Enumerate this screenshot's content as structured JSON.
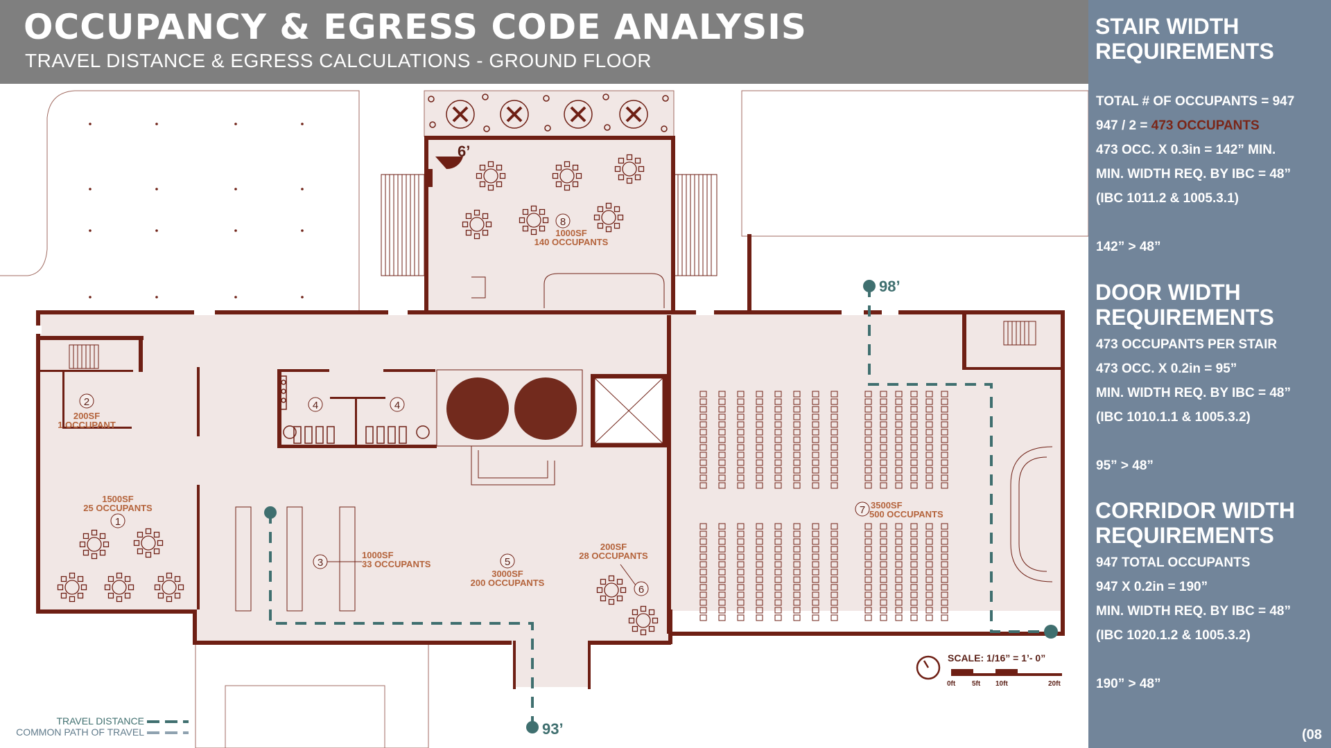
{
  "header": {
    "title": "OCCUPANCY & EGRESS CODE ANALYSIS",
    "subtitle": "TRAVEL DISTANCE & EGRESS CALCULATIONS - GROUND FLOOR"
  },
  "sidebar": {
    "stair": {
      "heading_1": "STAIR WIDTH",
      "heading_2": "REQUIREMENTS",
      "line_1": "TOTAL # OF OCCUPANTS = 947",
      "line_2_prefix": "947 / 2 = ",
      "line_2_highlight": "473 OCCUPANTS",
      "line_3": "473 OCC. X 0.3in = 142” MIN.",
      "line_4": "MIN. WIDTH REQ. BY IBC = 48”",
      "line_5": "(IBC 1011.2 & 1005.3.1)",
      "line_6": "142” > 48”"
    },
    "door": {
      "heading_1": "DOOR WIDTH",
      "heading_2": "REQUIREMENTS",
      "line_1": "473 OCCUPANTS PER STAIR",
      "line_2": "473 OCC. X 0.2in = 95”",
      "line_3": "MIN. WIDTH REQ. BY IBC = 48”",
      "line_4": "(IBC 1010.1.1 & 1005.3.2)",
      "line_5": "95” > 48”"
    },
    "corridor": {
      "heading_1": "CORRIDOR WIDTH",
      "heading_2": "REQUIREMENTS",
      "line_1": "947 TOTAL OCCUPANTS",
      "line_2": "947 X 0.2in = 190”",
      "line_3": "MIN. WIDTH REQ. BY IBC = 48”",
      "line_4": "(IBC 1020.1.2 & 1005.3.2)",
      "line_5": "190” > 48”"
    },
    "page_number": "(08"
  },
  "plan": {
    "rooms": [
      {
        "num": "1",
        "area": "1500SF",
        "occupants": "25 OCCUPANTS"
      },
      {
        "num": "2",
        "area": "200SF",
        "occupants": "1 OCCUPANT"
      },
      {
        "num": "3",
        "area": "1000SF",
        "occupants": "33 OCCUPANTS"
      },
      {
        "num": "4",
        "area": "",
        "occupants": ""
      },
      {
        "num": "5",
        "area": "3000SF",
        "occupants": "200 OCCUPANTS"
      },
      {
        "num": "6",
        "area": "200SF",
        "occupants": "28 OCCUPANTS"
      },
      {
        "num": "7",
        "area": "3500SF",
        "occupants": "500 OCCUPANTS"
      },
      {
        "num": "8",
        "area": "1000SF",
        "occupants": "140 OCCUPANTS"
      }
    ],
    "distances": {
      "terrace": "6’",
      "north": "98’",
      "south": "93’"
    },
    "scale": {
      "label": "SCALE: 1/16” = 1’- 0”",
      "ticks": [
        "0ft",
        "5ft",
        "10ft",
        "20ft"
      ]
    },
    "legend": {
      "travel_distance": "TRAVEL DISTANCE",
      "common_path": "COMMON PATH OF TRAVEL"
    },
    "colors": {
      "wall": "#6e1f14",
      "floor": "#f1e7e5",
      "path": "#3f6f6f",
      "label": "#b4633b"
    }
  }
}
